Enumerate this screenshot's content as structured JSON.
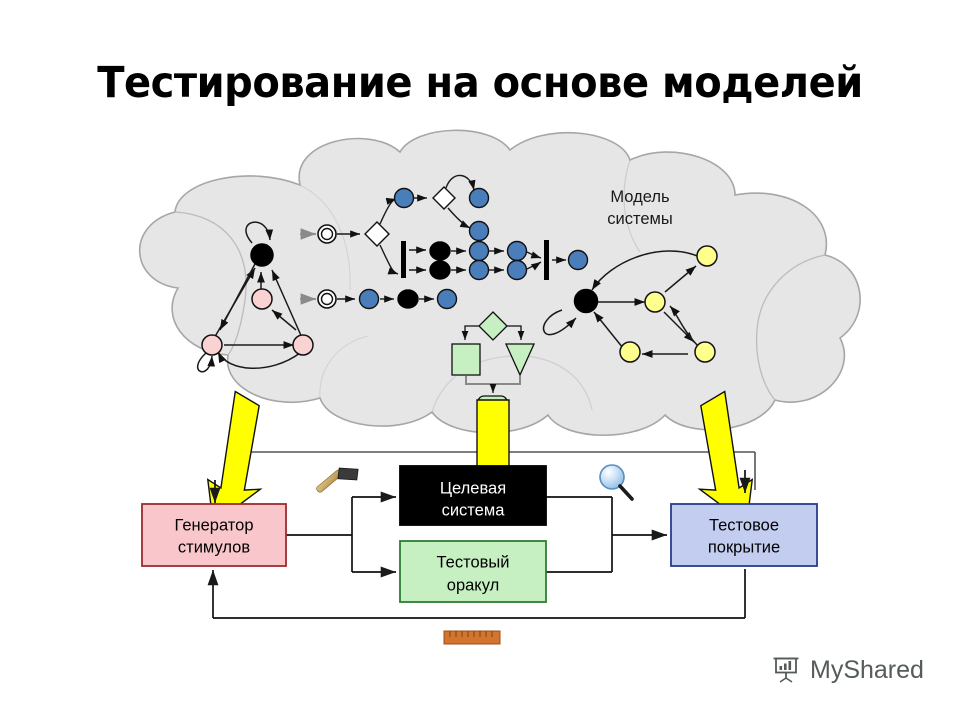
{
  "slide": {
    "title": "Тестирование на основе моделей",
    "background_color": "#ffffff"
  },
  "cloud": {
    "label_line1": "Модель",
    "label_line2": "системы",
    "fill_color": "#e6e6e6",
    "stroke_color": "#a6a6a6",
    "name": "model-cloud"
  },
  "boxes": {
    "generator": {
      "line1": "Генератор",
      "line2": "стимулов",
      "fill": "#f9c7cb",
      "stroke": "#9e2a2b"
    },
    "target_system": {
      "line1": "Целевая",
      "line2": "система",
      "fill": "#000000",
      "stroke": "#000000",
      "text_color": "#ffffff"
    },
    "test_oracle": {
      "line1": "Тестовый",
      "line2": "оракул",
      "fill": "#c6f0c2",
      "stroke": "#2e7d32"
    },
    "test_coverage": {
      "line1": "Тестовое",
      "line2": "покрытие",
      "fill": "#c3cdf0",
      "stroke": "#2b3a8f"
    }
  },
  "icons": {
    "hammer": "hammer-icon",
    "magnifier": "magnifier-icon",
    "ruler": "ruler-icon",
    "arrow_left": "yellow-arrow-down-left",
    "arrow_center": "yellow-arrow-down-center",
    "arrow_right": "yellow-arrow-down-right"
  },
  "logo": {
    "text": "MyShared",
    "icon": "presentation-board-icon",
    "color": "#555a5b"
  },
  "palette": {
    "yellow_arrow": "#ffff00",
    "node_pink": "#fbd2d2",
    "node_blue": "#4a7ebb",
    "node_yellow": "#ffff8d",
    "node_black": "#000000",
    "node_green": "#c6f0c2"
  },
  "chart_data": {
    "type": "diagram",
    "title": "Тестирование на основе моделей",
    "nodes": [
      {
        "id": "model-cloud",
        "label": "Модель системы",
        "shape": "cloud"
      },
      {
        "id": "generator",
        "label": "Генератор стимулов",
        "shape": "rect",
        "color": "#f9c7cb"
      },
      {
        "id": "target-system",
        "label": "Целевая система",
        "shape": "rect",
        "color": "#000000"
      },
      {
        "id": "test-oracle",
        "label": "Тестовый оракул",
        "shape": "rect",
        "color": "#c6f0c2"
      },
      {
        "id": "test-coverage",
        "label": "Тестовое покрытие",
        "shape": "rect",
        "color": "#c3cdf0"
      }
    ],
    "edges": [
      {
        "from": "model-cloud",
        "to": "generator",
        "style": "yellow-arrow"
      },
      {
        "from": "model-cloud",
        "to": "test-oracle",
        "style": "yellow-arrow"
      },
      {
        "from": "model-cloud",
        "to": "test-coverage",
        "style": "yellow-arrow"
      },
      {
        "from": "generator",
        "to": "target-system",
        "style": "arrow"
      },
      {
        "from": "generator",
        "to": "test-oracle",
        "style": "arrow"
      },
      {
        "from": "target-system",
        "to": "test-coverage",
        "style": "arrow"
      },
      {
        "from": "test-oracle",
        "to": "test-coverage",
        "style": "arrow"
      },
      {
        "from": "test-coverage",
        "to": "generator",
        "style": "feedback-arrow"
      }
    ]
  }
}
